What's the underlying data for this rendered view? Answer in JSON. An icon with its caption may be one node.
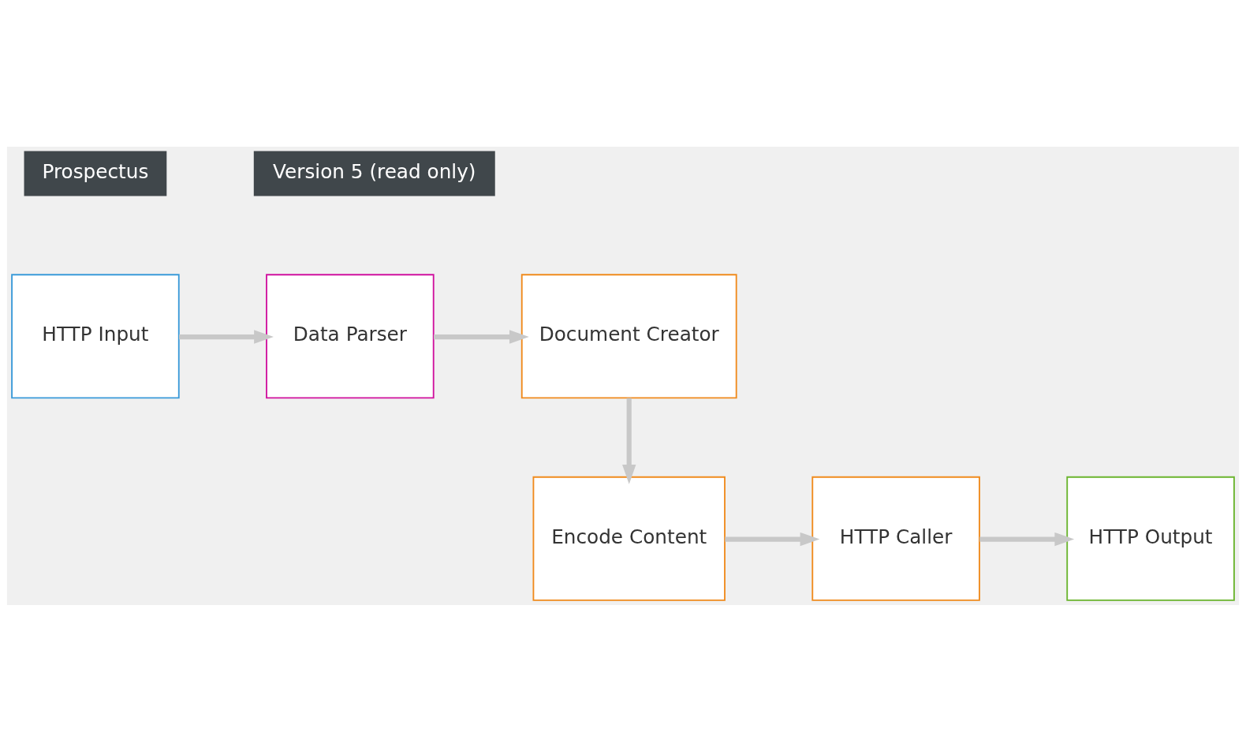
{
  "diagram": {
    "nodes": [
      {
        "text": [
          "HTTP Input"
        ]
      },
      {
        "text": [
          "Data Parser"
        ]
      },
      {
        "text": [
          "Document Creator"
        ]
      },
      {
        "text": [
          "Encode Content"
        ]
      },
      {
        "text": [
          "HTTP Caller"
        ]
      },
      {
        "text": [
          "HTTP Output"
        ]
      }
    ],
    "edges": [
      {
        "from": 0,
        "to": 1,
        "arrow": "to"
      },
      {
        "from": 1,
        "to": 2,
        "arrow": "to"
      },
      {
        "from": 2,
        "to": 3,
        "arrow": "to"
      },
      {
        "from": 3,
        "to": 4,
        "arrow": "to"
      },
      {
        "from": 4,
        "to": 5,
        "arrow": "to"
      }
    ],
    "labels": [
      "Prospectus",
      "Version 5 (read only)"
    ]
  }
}
